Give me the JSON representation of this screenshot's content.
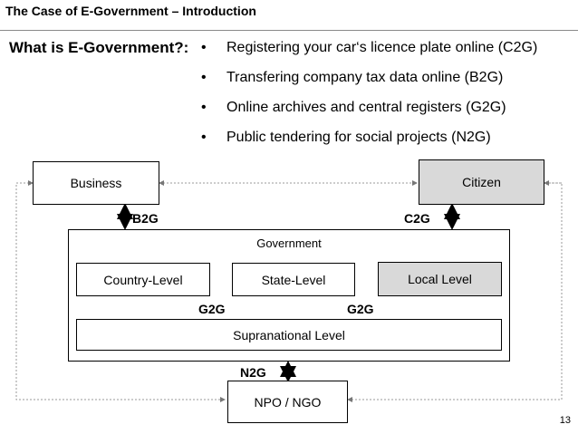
{
  "header": {
    "title": "The Case of E-Government – Introduction"
  },
  "question": "What is E-Government?:",
  "bullets": [
    "Registering your car‘s licence plate online (C2G)",
    "Transfering company tax data online (B2G)",
    "Online archives and central registers (G2G)",
    "Public tendering for social projects (N2G)"
  ],
  "bullet_symbol": "•",
  "diagram": {
    "business": "Business",
    "citizen": "Citizen",
    "government": "Government",
    "country_level": "Country-Level",
    "state_level": "State-Level",
    "local_level": "Local Level",
    "supranational_level": "Supranational Level",
    "npo_ngo": "NPO / NGO",
    "labels": {
      "b2g": "B2G",
      "c2g": "C2G",
      "g2g_left": "G2G",
      "g2g_right": "G2G",
      "n2g": "N2G"
    },
    "colors": {
      "highlight_fill": "#d9d9d9",
      "dotted": "#9a9a9a"
    }
  },
  "page_number": "13"
}
